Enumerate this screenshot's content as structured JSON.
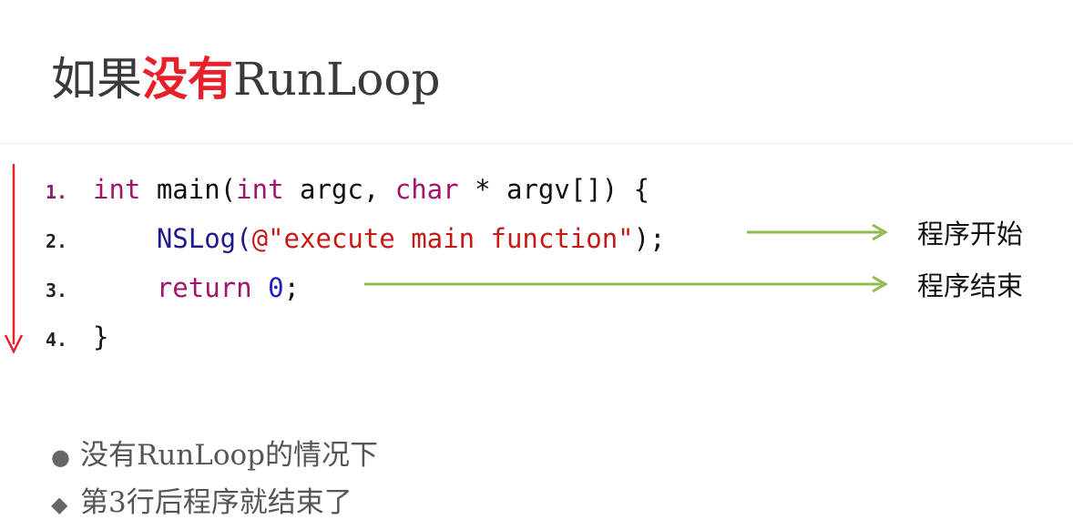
{
  "title": {
    "prefix": "如果",
    "highlight": "没有",
    "suffix": "RunLoop",
    "highlight_color": "#e8202a"
  },
  "code": {
    "lines": [
      {
        "number": "1.",
        "tokens": [
          {
            "text": "int",
            "kind": "kw"
          },
          {
            "text": " main(",
            "kind": "plain"
          },
          {
            "text": "int",
            "kind": "kw"
          },
          {
            "text": " argc, ",
            "kind": "plain"
          },
          {
            "text": "char",
            "kind": "kw"
          },
          {
            "text": " * argv[]) {",
            "kind": "plain"
          }
        ]
      },
      {
        "number": "2.",
        "tokens": [
          {
            "text": "    NSLog(",
            "kind": "fn"
          },
          {
            "text": "@\"execute main function\"",
            "kind": "str"
          },
          {
            "text": ");",
            "kind": "plain"
          }
        ]
      },
      {
        "number": "3.",
        "tokens": [
          {
            "text": "    ",
            "kind": "plain"
          },
          {
            "text": "return",
            "kind": "kw"
          },
          {
            "text": " ",
            "kind": "plain"
          },
          {
            "text": "0",
            "kind": "num"
          },
          {
            "text": ";",
            "kind": "plain"
          }
        ]
      },
      {
        "number": "4.",
        "tokens": [
          {
            "text": "}",
            "kind": "plain"
          }
        ]
      }
    ]
  },
  "annotations": [
    {
      "label": "程序开始",
      "line": 2
    },
    {
      "label": "程序结束",
      "line": 3
    }
  ],
  "bullets": [
    {
      "mark": "●",
      "text": "没有RunLoop的情况下"
    },
    {
      "mark": "◆",
      "text": "第3行后程序就结束了"
    }
  ],
  "colors": {
    "flow_arrow": "#e8202a",
    "annotation_arrow": "#8fbc4e"
  }
}
